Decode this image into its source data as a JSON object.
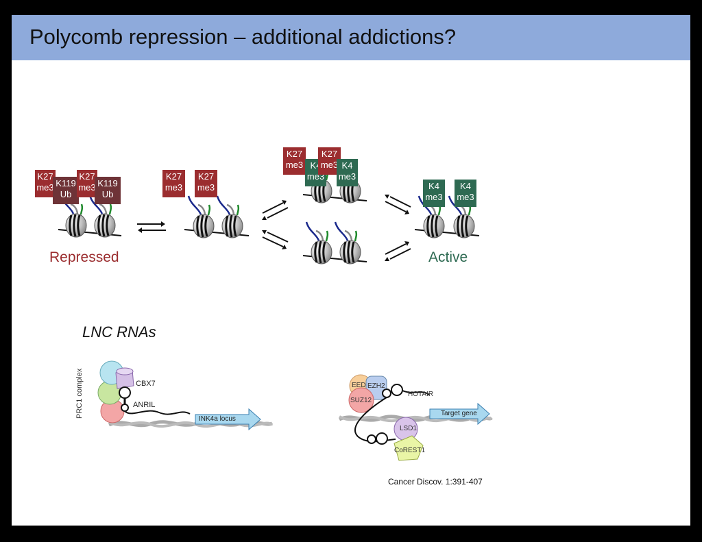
{
  "title": "Polycomb repression – additional addictions?",
  "labels": {
    "repressed": "Repressed",
    "active": "Active",
    "lnc_heading": "LNC RNAs",
    "citation": "Cancer Discov. 1:391-407"
  },
  "marks": {
    "k27": [
      "K27",
      "me3"
    ],
    "k119": [
      "K119",
      "Ub"
    ],
    "k4": [
      "K4",
      "me3"
    ]
  },
  "figure_left": {
    "complex": "PRC1 complex",
    "cbx7": "CBX7",
    "anril": "ANRIL",
    "locus": "INK4a locus"
  },
  "figure_right": {
    "eed": "EED",
    "ezh2": "EZH2",
    "suz12": "SUZ12",
    "hotair": "HOTAIR",
    "lsd1": "LSD1",
    "corest1": "CoREST1",
    "target": "Target gene"
  },
  "colors": {
    "title_bar": "#8eaadb",
    "repressed": "#9b2d2f",
    "active": "#2e6a52",
    "k119": "#6e3337"
  }
}
